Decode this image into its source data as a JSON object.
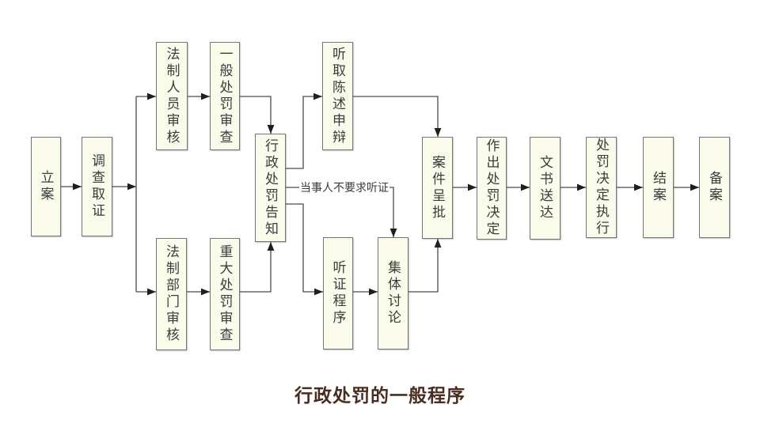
{
  "title": "行政处罚的一般程序",
  "flowchart": {
    "nodes": [
      {
        "id": "li-an",
        "label": "立案"
      },
      {
        "id": "diaocha-quzheng",
        "label": "调查取证"
      },
      {
        "id": "fazhi-renyuan-shenhe",
        "label": "法制人员审核"
      },
      {
        "id": "yiban-chufa-shencha",
        "label": "一般处罚审查"
      },
      {
        "id": "fazhi-bumen-shenhe",
        "label": "法制部门审核"
      },
      {
        "id": "zhongda-chufa-shencha",
        "label": "重大处罚审查"
      },
      {
        "id": "xingzheng-chufa-gaozhi",
        "label": "行政处罚告知"
      },
      {
        "id": "tingqu-chenshu-shenbian",
        "label": "听取陈述申辩"
      },
      {
        "id": "tingzheng-chengxu",
        "label": "听证程序"
      },
      {
        "id": "jiti-taolun",
        "label": "集体讨论"
      },
      {
        "id": "anjian-chengpi",
        "label": "案件呈批"
      },
      {
        "id": "zuochu-chufa-jueding",
        "label": "作出处罚决定"
      },
      {
        "id": "wenshu-songda",
        "label": "文书送达"
      },
      {
        "id": "chufa-jueding-zhixing",
        "label": "处罚决定执行"
      },
      {
        "id": "jie-an",
        "label": "结案"
      },
      {
        "id": "bei-an",
        "label": "备案"
      }
    ],
    "edge_label": "当事人不要求听证",
    "edges": [
      {
        "from": "立案",
        "to": "调查取证"
      },
      {
        "from": "调查取证",
        "to": "法制人员审核"
      },
      {
        "from": "调查取证",
        "to": "法制部门审核"
      },
      {
        "from": "法制人员审核",
        "to": "一般处罚审查"
      },
      {
        "from": "一般处罚审查",
        "to": "行政处罚告知"
      },
      {
        "from": "法制部门审核",
        "to": "重大处罚审查"
      },
      {
        "from": "重大处罚审查",
        "to": "行政处罚告知"
      },
      {
        "from": "行政处罚告知",
        "to": "听取陈述申辩"
      },
      {
        "from": "行政处罚告知",
        "to": "集体讨论",
        "label": "当事人不要求听证"
      },
      {
        "from": "行政处罚告知",
        "to": "听证程序"
      },
      {
        "from": "听证程序",
        "to": "集体讨论"
      },
      {
        "from": "听取陈述申辩",
        "to": "案件呈批"
      },
      {
        "from": "集体讨论",
        "to": "案件呈批"
      },
      {
        "from": "案件呈批",
        "to": "作出处罚决定"
      },
      {
        "from": "作出处罚决定",
        "to": "文书送达"
      },
      {
        "from": "文书送达",
        "to": "处罚决定执行"
      },
      {
        "from": "处罚决定执行",
        "to": "结案"
      },
      {
        "from": "结案",
        "to": "备案"
      }
    ]
  },
  "colors": {
    "node_fill": "#fbfbeb",
    "node_border": "#767676",
    "line": "#4a4a4a",
    "arrow": "#1f1f1f",
    "title_text": "#4a2d20",
    "node_text": "#3c3c3c",
    "background": "#ffffff"
  }
}
